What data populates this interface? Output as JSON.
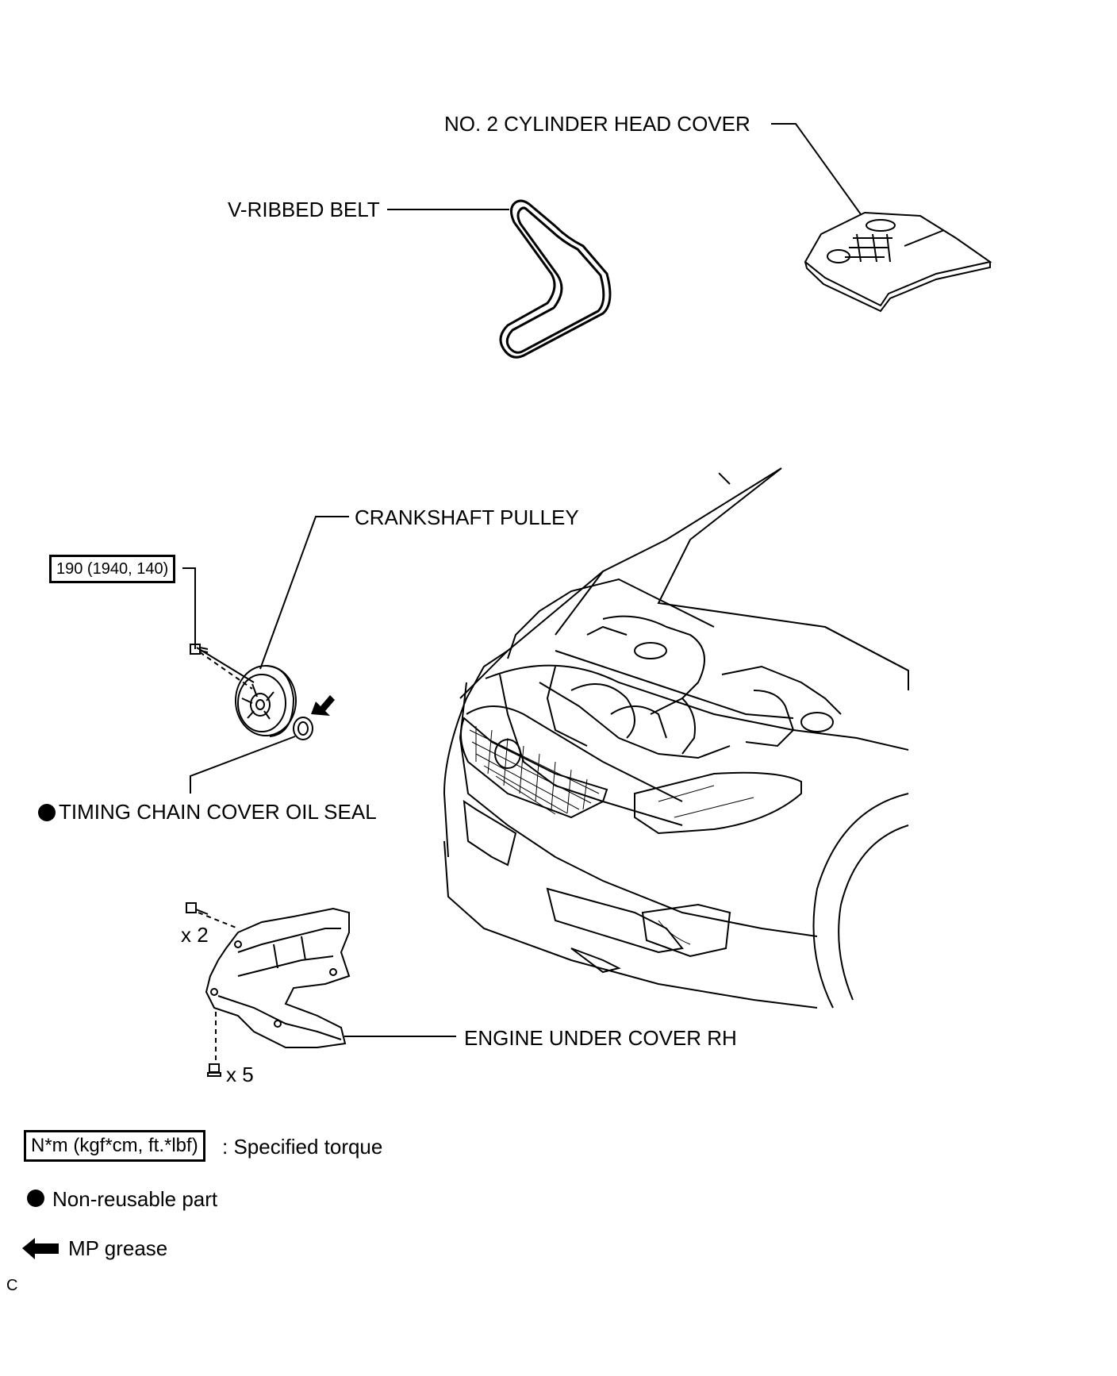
{
  "labels": {
    "cyl_head_cover": "NO. 2 CYLINDER HEAD COVER",
    "v_belt": "V-RIBBED BELT",
    "crank_pulley": "CRANKSHAFT PULLEY",
    "torque_value": "190 (1940, 140)",
    "oil_seal": "TIMING CHAIN COVER OIL SEAL",
    "qty_2": "x 2",
    "under_cover": "ENGINE UNDER COVER RH",
    "qty_5": "x 5"
  },
  "legend": {
    "torque_box": "N*m (kgf*cm, ft.*lbf)",
    "torque_text": ": Specified torque",
    "nonreusable_text": "Non-reusable part",
    "grease_text": "MP grease"
  },
  "corner_mark": "C"
}
